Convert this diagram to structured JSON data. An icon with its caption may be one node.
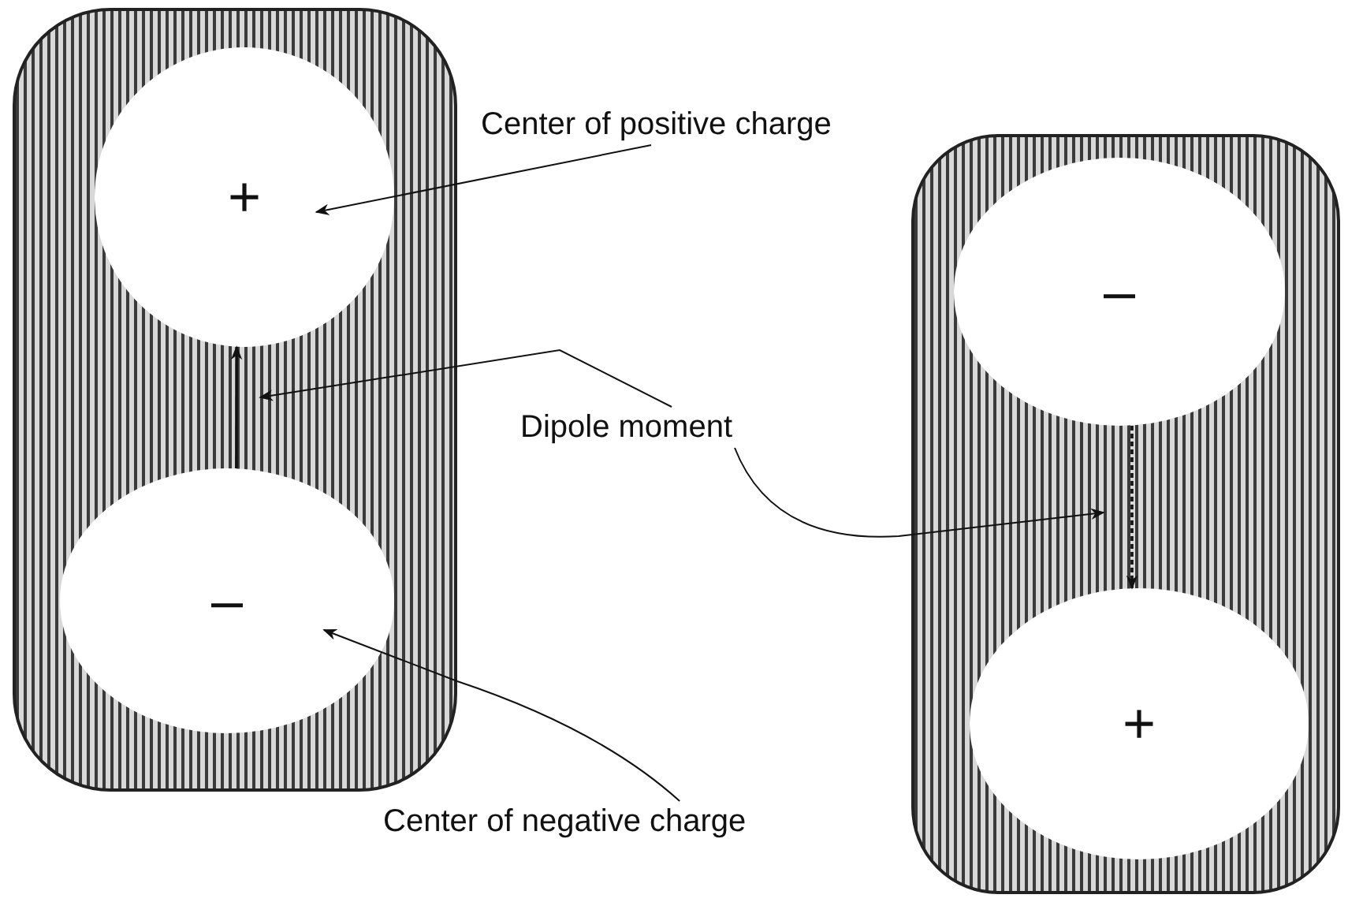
{
  "diagram": {
    "nodes": [
      {
        "text": [],
        "shape": "box"
      },
      {
        "text": [
          "+"
        ],
        "in": 0
      },
      {
        "text": [
          "–"
        ],
        "in": 0
      },
      {
        "text": [],
        "shape": "box"
      },
      {
        "text": [
          "–"
        ],
        "in": 3
      },
      {
        "text": [
          "+"
        ],
        "in": 3
      },
      {
        "text": [
          "Center of positive charge"
        ]
      },
      {
        "text": [
          "Dipole moment"
        ]
      },
      {
        "text": [
          "Center of negative charge"
        ]
      }
    ],
    "edges": [
      {
        "from": 2,
        "to": 1,
        "arrow": "to"
      },
      {
        "from": 4,
        "to": 5,
        "arrow": "to",
        "style": "dashed"
      },
      {
        "from": 6,
        "to": 1,
        "arrow": "to"
      },
      {
        "from": 7,
        "to": null,
        "arrow": "to"
      },
      {
        "from": 7,
        "to": null,
        "arrow": "to"
      },
      {
        "from": 8,
        "to": 2,
        "arrow": "to"
      }
    ]
  }
}
